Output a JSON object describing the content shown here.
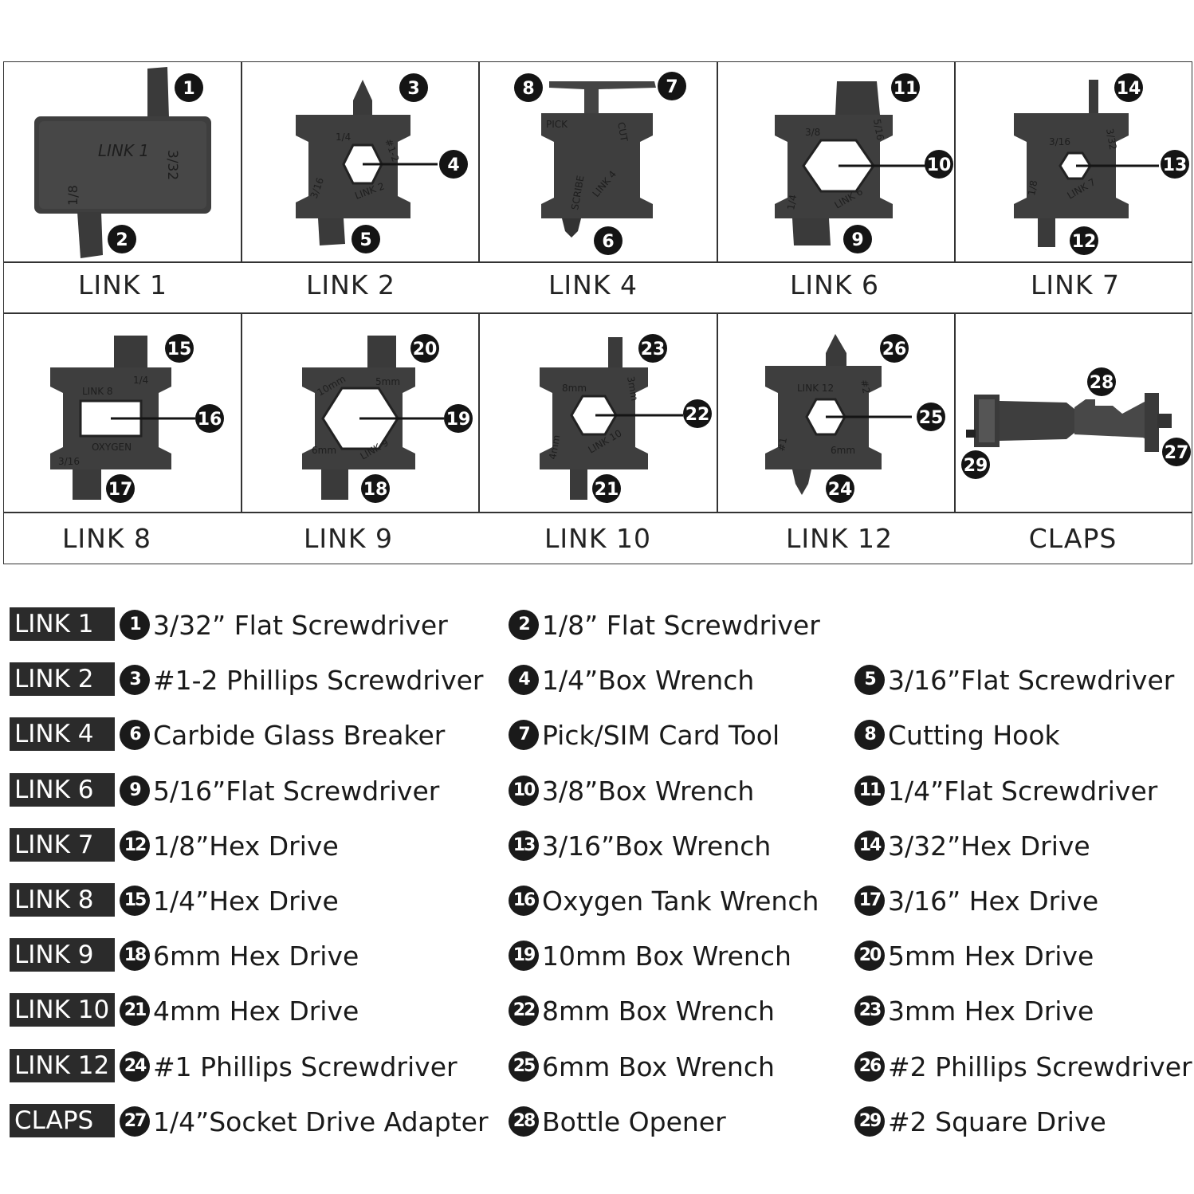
{
  "cells": [
    {
      "label": "LINK 1",
      "numbers": [
        "1",
        "2"
      ],
      "engraving": [
        "LINK 1",
        "3/32",
        "1/8"
      ]
    },
    {
      "label": "LINK 2",
      "numbers": [
        "3",
        "4",
        "5"
      ],
      "engraving": [
        "1/4",
        "3/16",
        "LINK 2",
        "#1-2"
      ]
    },
    {
      "label": "LINK 4",
      "numbers": [
        "8",
        "7",
        "6"
      ],
      "engraving": [
        "PICK",
        "CUT",
        "SCRIBE",
        "LINK 4"
      ]
    },
    {
      "label": "LINK 6",
      "numbers": [
        "11",
        "10",
        "9"
      ],
      "engraving": [
        "3/8",
        "5/16",
        "1/4",
        "LINK 6"
      ]
    },
    {
      "label": "LINK 7",
      "numbers": [
        "14",
        "13",
        "12"
      ],
      "engraving": [
        "3/16",
        "3/32",
        "1/8",
        "LINK 7"
      ]
    },
    {
      "label": "LINK 8",
      "numbers": [
        "15",
        "16",
        "17"
      ],
      "engraving": [
        "LINK 8",
        "1/4",
        "OXYGEN",
        "3/16"
      ]
    },
    {
      "label": "LINK 9",
      "numbers": [
        "20",
        "19",
        "18"
      ],
      "engraving": [
        "10mm",
        "5mm",
        "6mm",
        "LINK 9"
      ]
    },
    {
      "label": "LINK 10",
      "numbers": [
        "23",
        "22",
        "21"
      ],
      "engraving": [
        "8mm",
        "3mm",
        "4mm",
        "LINK 10"
      ]
    },
    {
      "label": "LINK 12",
      "numbers": [
        "26",
        "25",
        "24"
      ],
      "engraving": [
        "LINK 12",
        "#2",
        "6mm",
        "#1"
      ]
    },
    {
      "label": "CLAPS",
      "numbers": [
        "28",
        "29",
        "27"
      ],
      "engraving": []
    }
  ],
  "legend": [
    {
      "tag": "LINK 1",
      "items": [
        {
          "num": "1",
          "text": "3/32” Flat Screwdriver"
        },
        {
          "num": "2",
          "text": "1/8” Flat Screwdriver"
        }
      ]
    },
    {
      "tag": "LINK 2",
      "items": [
        {
          "num": "3",
          "text": "#1-2 Phillips Screwdriver"
        },
        {
          "num": "4",
          "text": "1/4”Box Wrench"
        },
        {
          "num": "5",
          "text": "3/16”Flat Screwdriver"
        }
      ]
    },
    {
      "tag": "LINK 4",
      "items": [
        {
          "num": "6",
          "text": "Carbide Glass Breaker"
        },
        {
          "num": "7",
          "text": "Pick/SIM Card Tool"
        },
        {
          "num": "8",
          "text": "Cutting Hook"
        }
      ]
    },
    {
      "tag": "LINK 6",
      "items": [
        {
          "num": "9",
          "text": "5/16”Flat Screwdriver"
        },
        {
          "num": "10",
          "text": "3/8”Box Wrench"
        },
        {
          "num": "11",
          "text": "1/4”Flat Screwdriver"
        }
      ]
    },
    {
      "tag": "LINK 7",
      "items": [
        {
          "num": "12",
          "text": "1/8”Hex Drive"
        },
        {
          "num": "13",
          "text": "3/16”Box Wrench"
        },
        {
          "num": "14",
          "text": "3/32”Hex Drive"
        }
      ]
    },
    {
      "tag": "LINK 8",
      "items": [
        {
          "num": "15",
          "text": "1/4”Hex Drive"
        },
        {
          "num": "16",
          "text": "Oxygen Tank Wrench"
        },
        {
          "num": "17",
          "text": "3/16” Hex Drive"
        }
      ]
    },
    {
      "tag": "LINK 9",
      "items": [
        {
          "num": "18",
          "text": "6mm Hex Drive"
        },
        {
          "num": "19",
          "text": "10mm Box Wrench"
        },
        {
          "num": "20",
          "text": "5mm Hex Drive"
        }
      ]
    },
    {
      "tag": "LINK 10",
      "items": [
        {
          "num": "21",
          "text": "4mm Hex Drive"
        },
        {
          "num": "22",
          "text": "8mm Box Wrench"
        },
        {
          "num": "23",
          "text": "3mm Hex Drive"
        }
      ]
    },
    {
      "tag": "LINK 12",
      "items": [
        {
          "num": "24",
          "text": "#1 Phillips Screwdriver"
        },
        {
          "num": "25",
          "text": "6mm Box Wrench"
        },
        {
          "num": "26",
          "text": "#2 Phillips Screwdriver"
        }
      ]
    },
    {
      "tag": "CLAPS",
      "items": [
        {
          "num": "27",
          "text": "1/4”Socket Drive Adapter"
        },
        {
          "num": "28",
          "text": "Bottle Opener"
        },
        {
          "num": "29",
          "text": "#2 Square Drive"
        }
      ]
    }
  ],
  "colors": {
    "metal": "#3e3e3e",
    "metal_dark": "#262626",
    "tag_bg": "#2b2b2b",
    "grid_line": "#333333"
  }
}
